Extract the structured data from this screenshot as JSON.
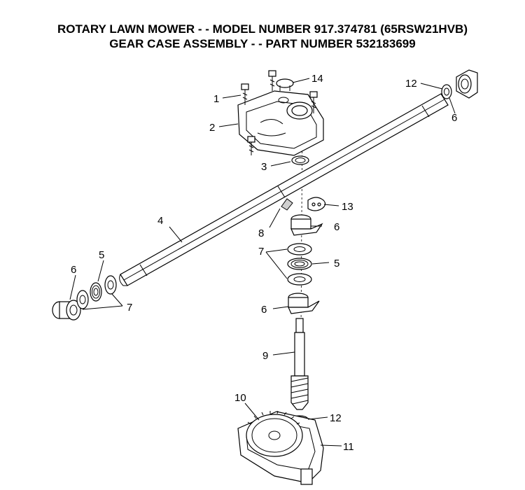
{
  "title": {
    "line1": "ROTARY LAWN MOWER - - MODEL NUMBER 917.374781 (65RSW21HVB)",
    "line2": "GEAR CASE ASSEMBLY - - PART NUMBER 532183699"
  },
  "callouts": {
    "c1": "1",
    "c2": "2",
    "c3": "3",
    "c4": "4",
    "c5a": "5",
    "c5b": "5",
    "c6a": "6",
    "c6b": "6",
    "c6c": "6",
    "c6d": "6",
    "c7a": "7",
    "c7b": "7",
    "c8": "8",
    "c9": "9",
    "c10": "10",
    "c11": "11",
    "c12a": "12",
    "c12b": "12",
    "c13": "13",
    "c14": "14"
  }
}
